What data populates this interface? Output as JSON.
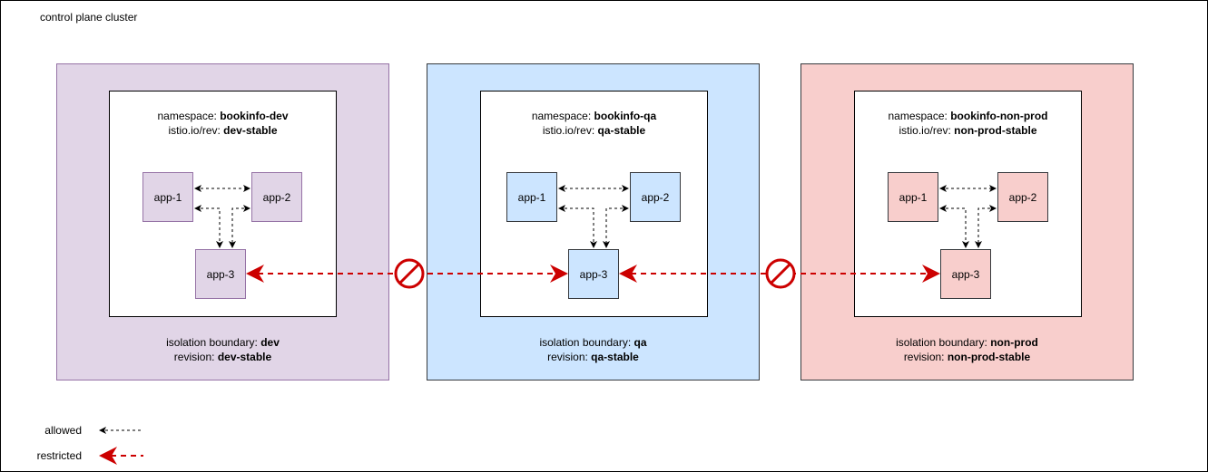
{
  "title": "control plane cluster",
  "colors": {
    "dev_fill": "#e1d5e7",
    "dev_stroke": "#9673a6",
    "qa_fill": "#cce5ff",
    "qa_stroke": "#36393d",
    "nonprod_fill": "#f8cecc",
    "nonprod_stroke": "#36393d",
    "restricted": "#cc0000"
  },
  "panels": [
    {
      "ns_label": "namespace: ",
      "ns": "bookinfo-dev",
      "rev_label": "istio.io/rev: ",
      "rev": "dev-stable",
      "boundary_label": "isolation boundary: ",
      "boundary": "dev",
      "revision_label": "revision: ",
      "revision": "dev-stable",
      "apps": [
        "app-1",
        "app-2",
        "app-3"
      ]
    },
    {
      "ns_label": "namespace: ",
      "ns": "bookinfo-qa",
      "rev_label": "istio.io/rev: ",
      "rev": "qa-stable",
      "boundary_label": "isolation boundary: ",
      "boundary": "qa",
      "revision_label": "revision: ",
      "revision": "qa-stable",
      "apps": [
        "app-1",
        "app-2",
        "app-3"
      ]
    },
    {
      "ns_label": "namespace: ",
      "ns": "bookinfo-non-prod",
      "rev_label": "istio.io/rev: ",
      "rev": "non-prod-stable",
      "boundary_label": "isolation boundary: ",
      "boundary": "non-prod",
      "revision_label": "revision: ",
      "revision": "non-prod-stable",
      "apps": [
        "app-1",
        "app-2",
        "app-3"
      ]
    }
  ],
  "legend": {
    "allowed": "allowed",
    "restricted": "restricted"
  }
}
